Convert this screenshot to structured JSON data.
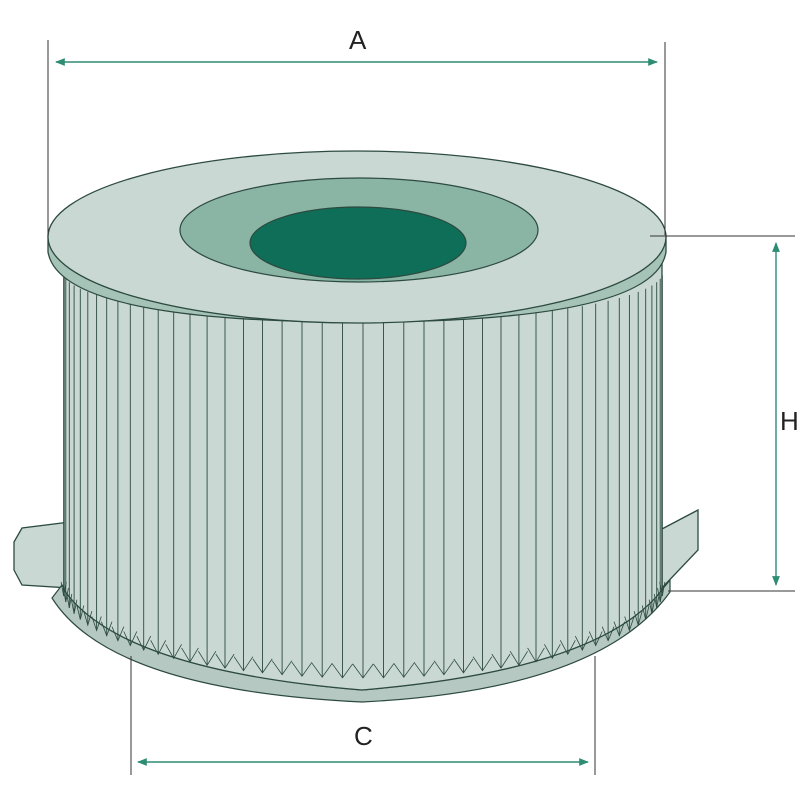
{
  "labels": {
    "a": "A",
    "h": "H",
    "c": "C"
  },
  "colors": {
    "body": "#c9d8d3",
    "body_dark": "#b6c8c2",
    "outline": "#2c4a40",
    "top_face": "#c9d8d3",
    "top_rim": "#a6c3b8",
    "inner_ring": "#8ab5a5",
    "hole": "#0f6e58",
    "dimension_line": "#2f8c74",
    "leader_line": "#333333"
  },
  "icons": {
    "dimension_arrows": "arrow-head-icon",
    "filter": "air-filter-cartridge-icon"
  }
}
